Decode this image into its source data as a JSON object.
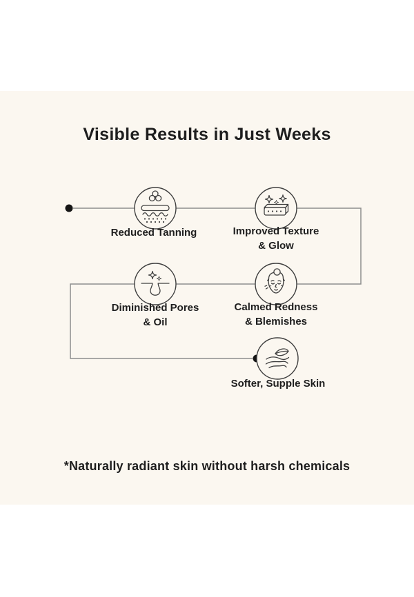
{
  "colors": {
    "page_background": "#FFFFFF",
    "panel_background": "#FBF7F0",
    "text": "#1E1E1E",
    "connector_line": "#8D8D8D",
    "connector_dot": "#151515",
    "icon_stroke": "#3F3F3F"
  },
  "header": {
    "title": "Visible Results in Just Weeks"
  },
  "benefits": [
    {
      "label": "Reduced Tanning",
      "icon": "reduced-tanning-icon"
    },
    {
      "label": "Improved Texture\n& Glow",
      "icon": "improved-texture-glow-icon"
    },
    {
      "label": "Diminished Pores\n& Oil",
      "icon": "diminished-pores-oil-icon"
    },
    {
      "label": "Calmed Redness\n& Blemishes",
      "icon": "calmed-redness-blemishes-icon"
    },
    {
      "label": "Softer, Supple Skin",
      "icon": "softer-supple-skin-icon"
    }
  ],
  "footnote": "*Naturally radiant skin without harsh chemicals"
}
